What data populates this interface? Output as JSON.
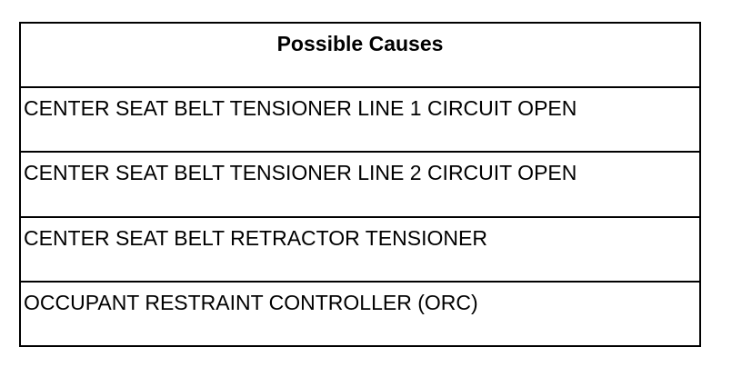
{
  "table": {
    "header": "Possible Causes",
    "rows": [
      "CENTER SEAT BELT TENSIONER LINE 1 CIRCUIT OPEN",
      "CENTER SEAT BELT TENSIONER LINE 2 CIRCUIT OPEN",
      "CENTER SEAT BELT RETRACTOR TENSIONER",
      "OCCUPANT RESTRAINT CONTROLLER (ORC)"
    ]
  }
}
